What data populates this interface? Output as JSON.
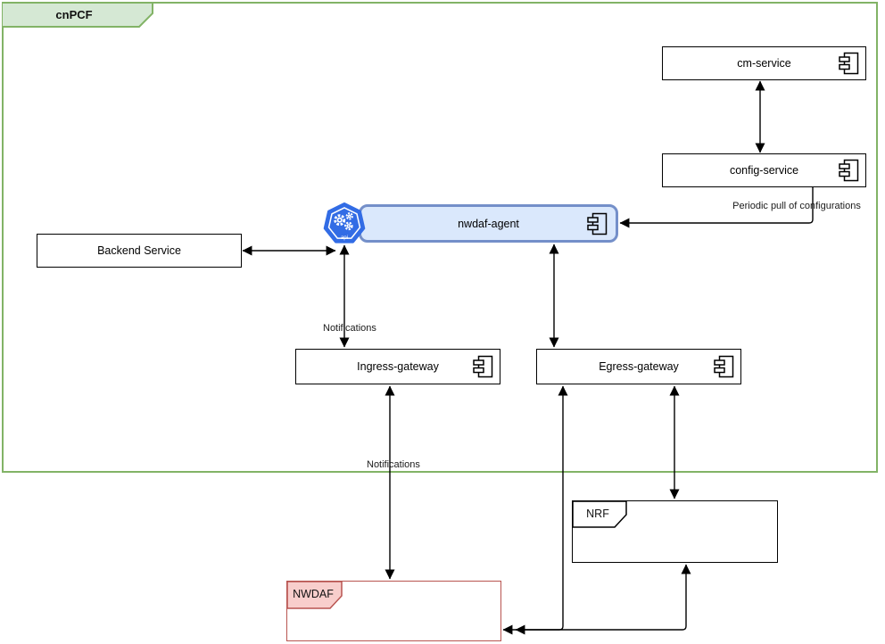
{
  "container": {
    "label": "cnPCF"
  },
  "nodes": {
    "cm_service": {
      "label": "cm-service"
    },
    "config_service": {
      "label": "config-service"
    },
    "nwdaf_agent": {
      "label": "nwdaf-agent"
    },
    "backend_service": {
      "label": "Backend Service"
    },
    "ingress_gateway": {
      "label": "Ingress-gateway"
    },
    "egress_gateway": {
      "label": "Egress-gateway"
    },
    "nrf": {
      "label": "NRF"
    },
    "nwdaf": {
      "label": "NWDAF"
    }
  },
  "edges": {
    "config_to_agent_label": "Periodic pull of configurations",
    "agent_ingress_label": "Notifications",
    "ingress_nwdaf_label": "Notifications"
  },
  "icons": {
    "kubernetes_api_label": "api"
  },
  "colors": {
    "container_stroke": "#82b366",
    "container_tab_fill": "#d5e8d4",
    "node_stroke": "#000000",
    "agent_fill": "#dae8fc",
    "agent_stroke": "#748fc9",
    "kubernetes_blue": "#326ce5",
    "nwdaf_stroke": "#b85450",
    "nwdaf_tab_fill": "#f8cecc",
    "connector": "#000000"
  }
}
